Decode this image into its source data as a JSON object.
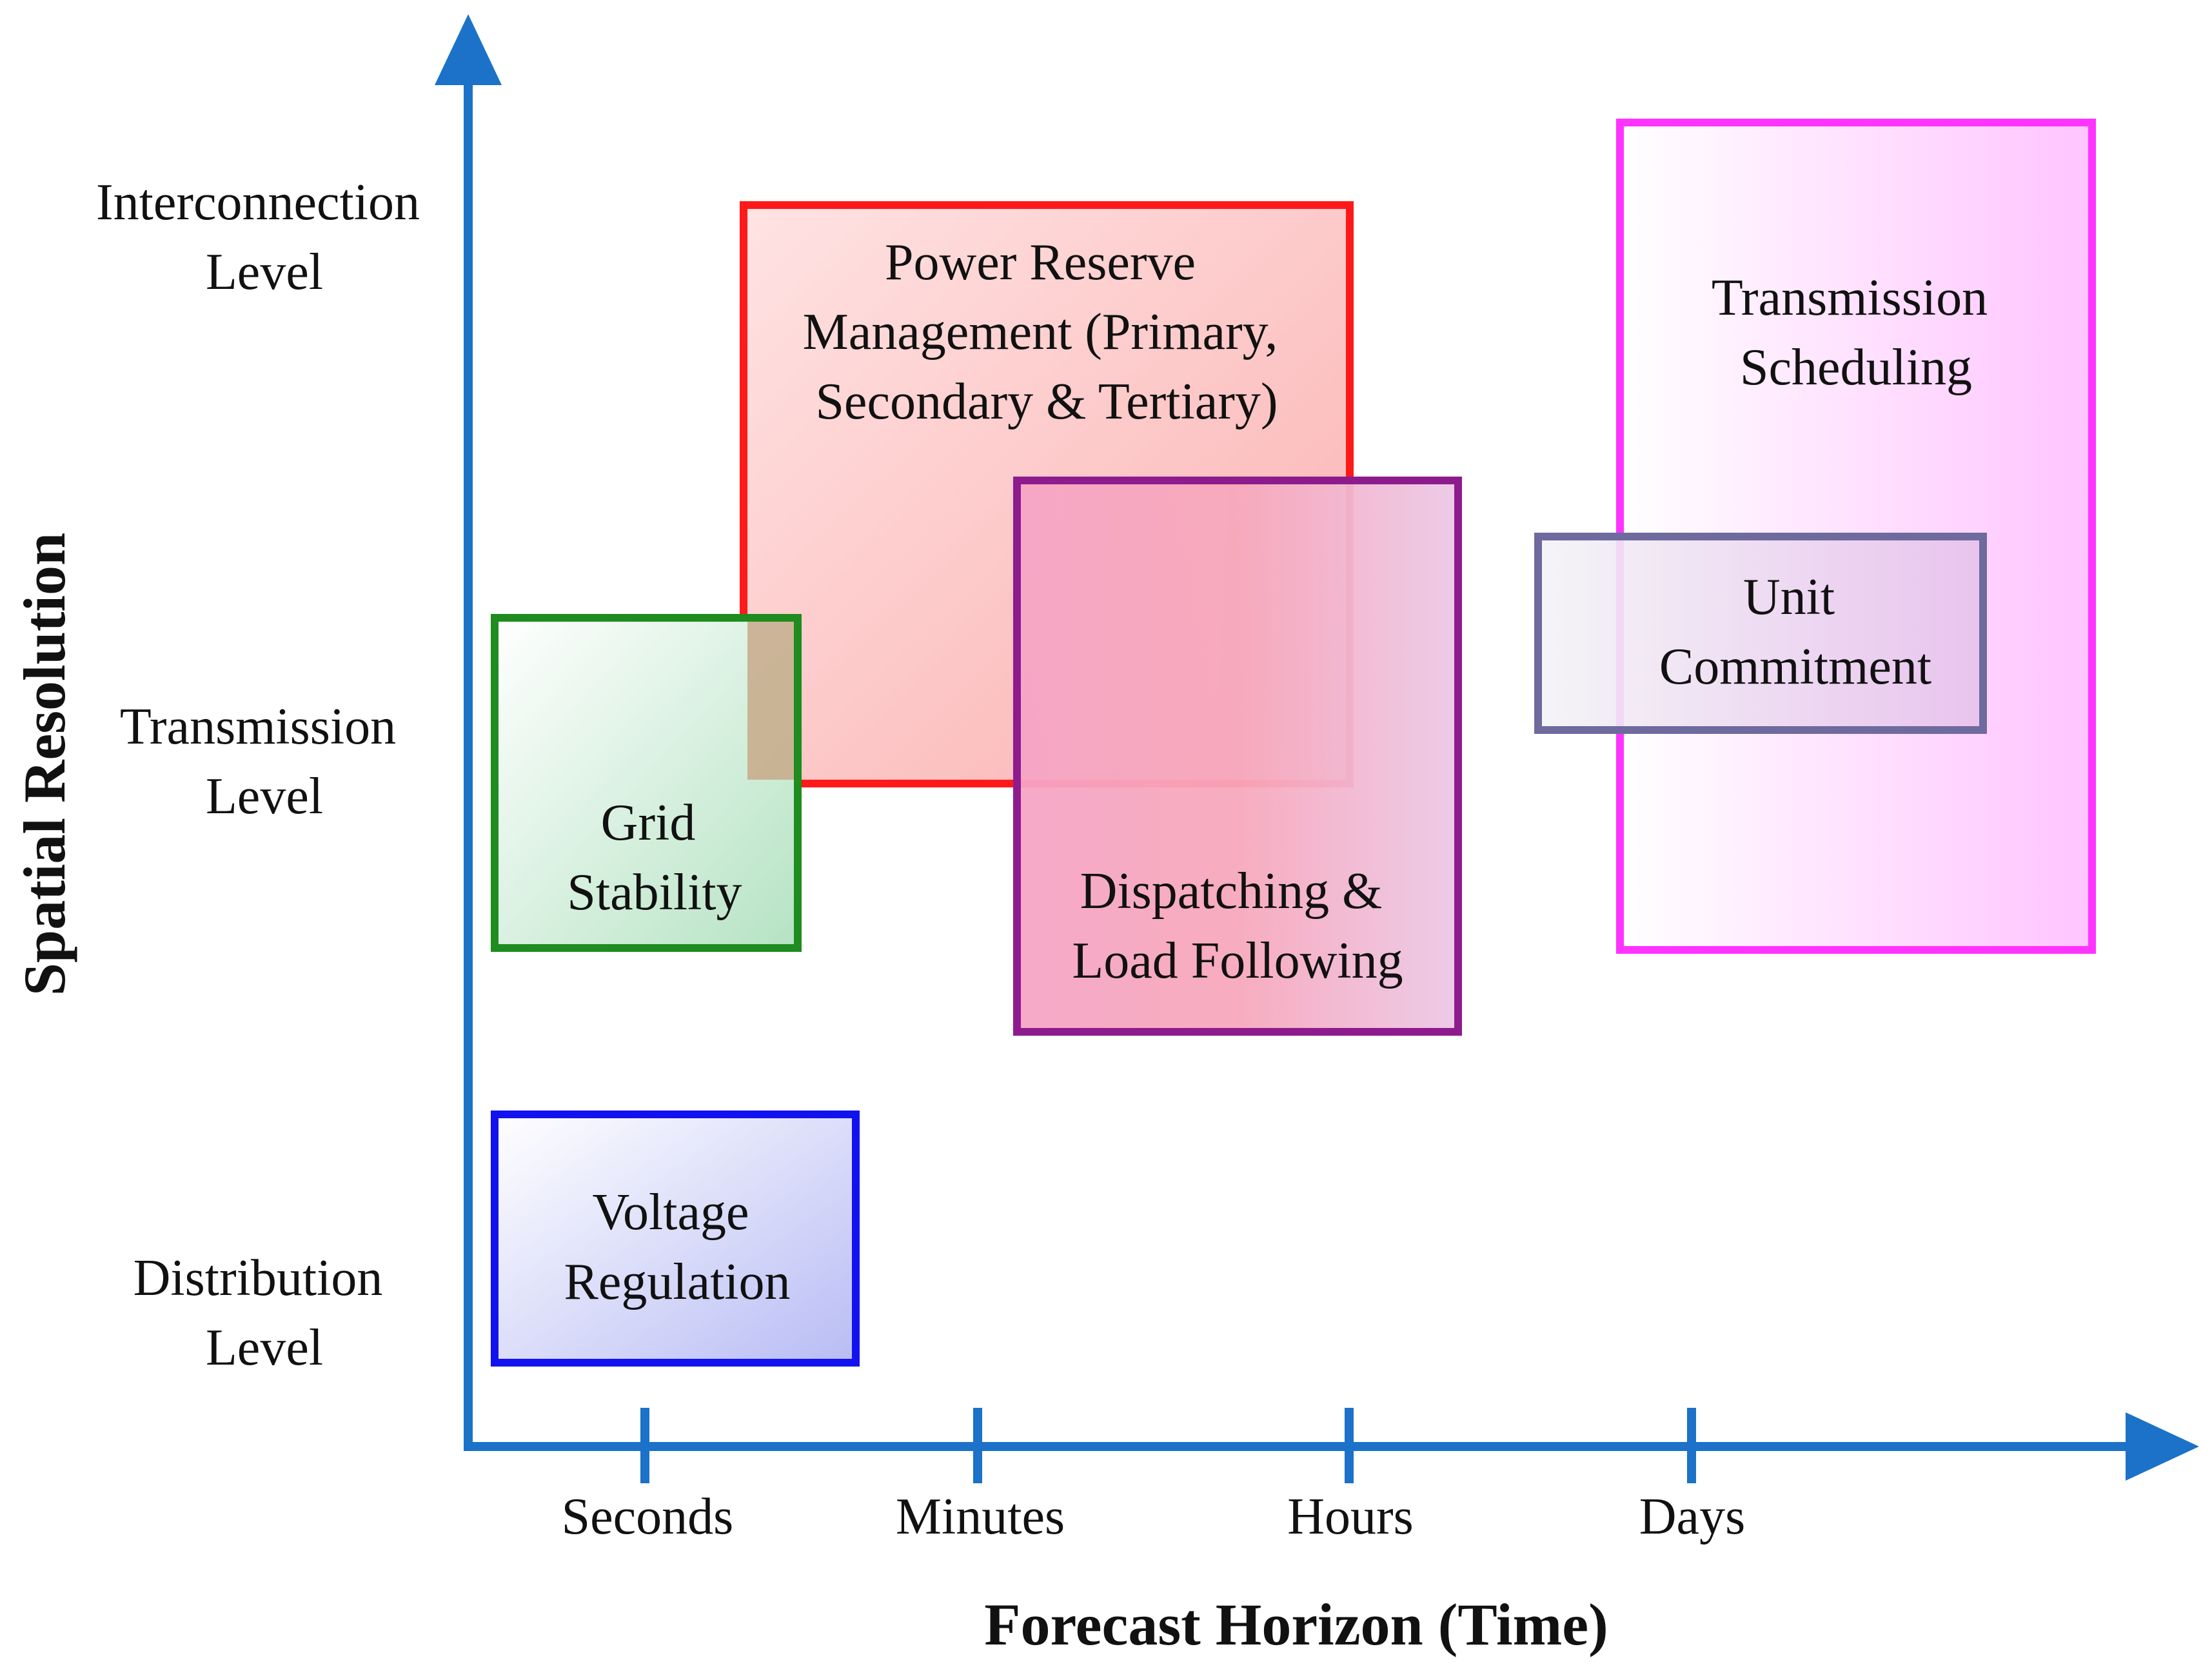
{
  "axes": {
    "x_title": "Forecast Horizon (Time)",
    "y_title": "Spatial Resolution",
    "x_ticks": [
      "Seconds",
      "Minutes",
      "Hours",
      "Days"
    ],
    "y_levels": [
      {
        "line1": "Interconnection",
        "line2": "Level"
      },
      {
        "line1": "Transmission",
        "line2": "Level"
      },
      {
        "line1": "Distribution",
        "line2": "Level"
      }
    ]
  },
  "boxes": [
    {
      "id": "grid-stability",
      "lines": [
        "Grid",
        "Stability"
      ],
      "color": "#1E8C1E",
      "fill": "#B5E3C3"
    },
    {
      "id": "power-reserve",
      "lines": [
        "Power Reserve",
        "Management (Primary,",
        "Secondary & Tertiary)"
      ],
      "color": "#FF1A1A",
      "fill": "#FBB5B5"
    },
    {
      "id": "dispatching",
      "lines": [
        "Dispatching &",
        "Load Following"
      ],
      "color": "#8E1B8E",
      "fill": "#E8BFE6"
    },
    {
      "id": "unit-commitment",
      "lines": [
        "Unit",
        "Commitment"
      ],
      "color": "#6E6A9E",
      "fill": "#E2C9EC"
    },
    {
      "id": "transmission-scheduling",
      "lines": [
        "Transmission",
        "Scheduling"
      ],
      "color": "#FF33FF",
      "fill": "#FFC8FF"
    },
    {
      "id": "voltage-regulation",
      "lines": [
        "Voltage",
        "Regulation"
      ],
      "color": "#1212F0",
      "fill": "#C2C4F5"
    }
  ],
  "colors": {
    "axis": "#1B72C8"
  }
}
